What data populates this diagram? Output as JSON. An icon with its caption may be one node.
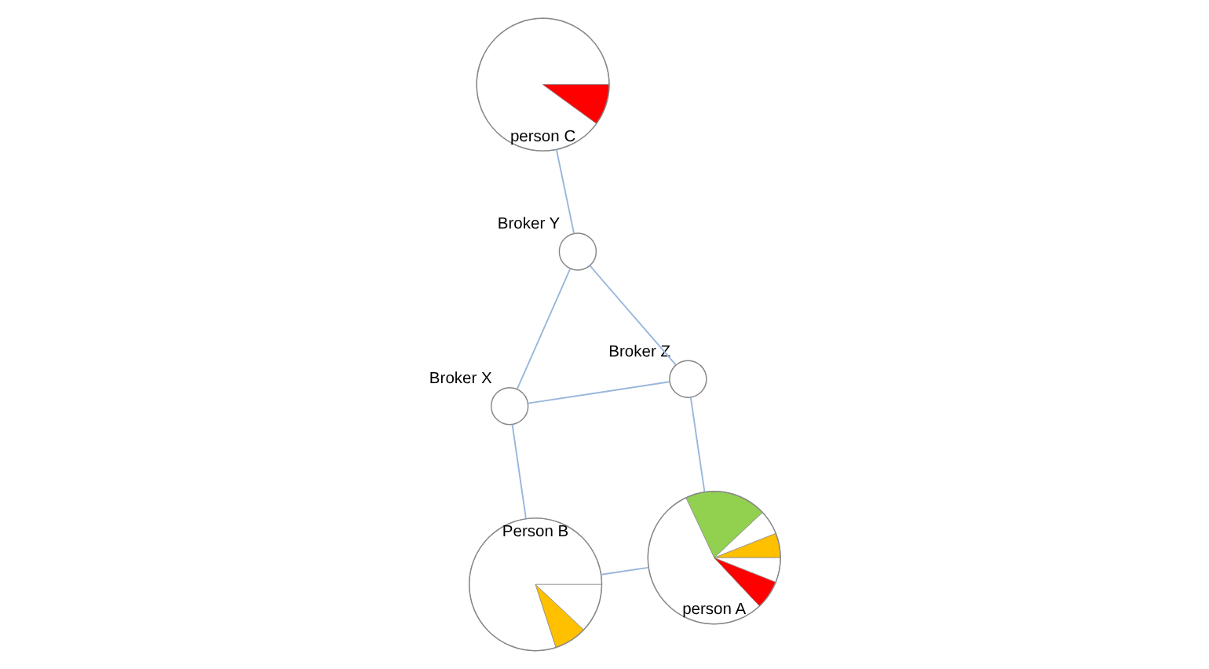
{
  "diagram": {
    "nodes": [
      {
        "text": [
          "Person B"
        ]
      },
      {
        "text": [
          "person A"
        ]
      },
      {
        "text": [],
        "shape": "circle",
        "beside": [
          "Broker X"
        ]
      },
      {
        "text": [],
        "shape": "circle",
        "beside": [
          "Broker Z"
        ]
      },
      {
        "text": [],
        "shape": "circle",
        "beside": [
          "Broker Y"
        ]
      },
      {
        "text": [
          "person C"
        ]
      }
    ],
    "edges": [
      {
        "from": 1,
        "to": 0,
        "arrow": "none"
      },
      {
        "from": 0,
        "to": 2,
        "arrow": "none"
      },
      {
        "from": 2,
        "to": 3,
        "arrow": "none"
      },
      {
        "from": 2,
        "to": 4,
        "arrow": "none"
      },
      {
        "from": 1,
        "to": 3,
        "arrow": "none"
      },
      {
        "from": 3,
        "to": 4,
        "arrow": "none"
      },
      {
        "from": 4,
        "to": 5,
        "arrow": "none"
      }
    ]
  }
}
